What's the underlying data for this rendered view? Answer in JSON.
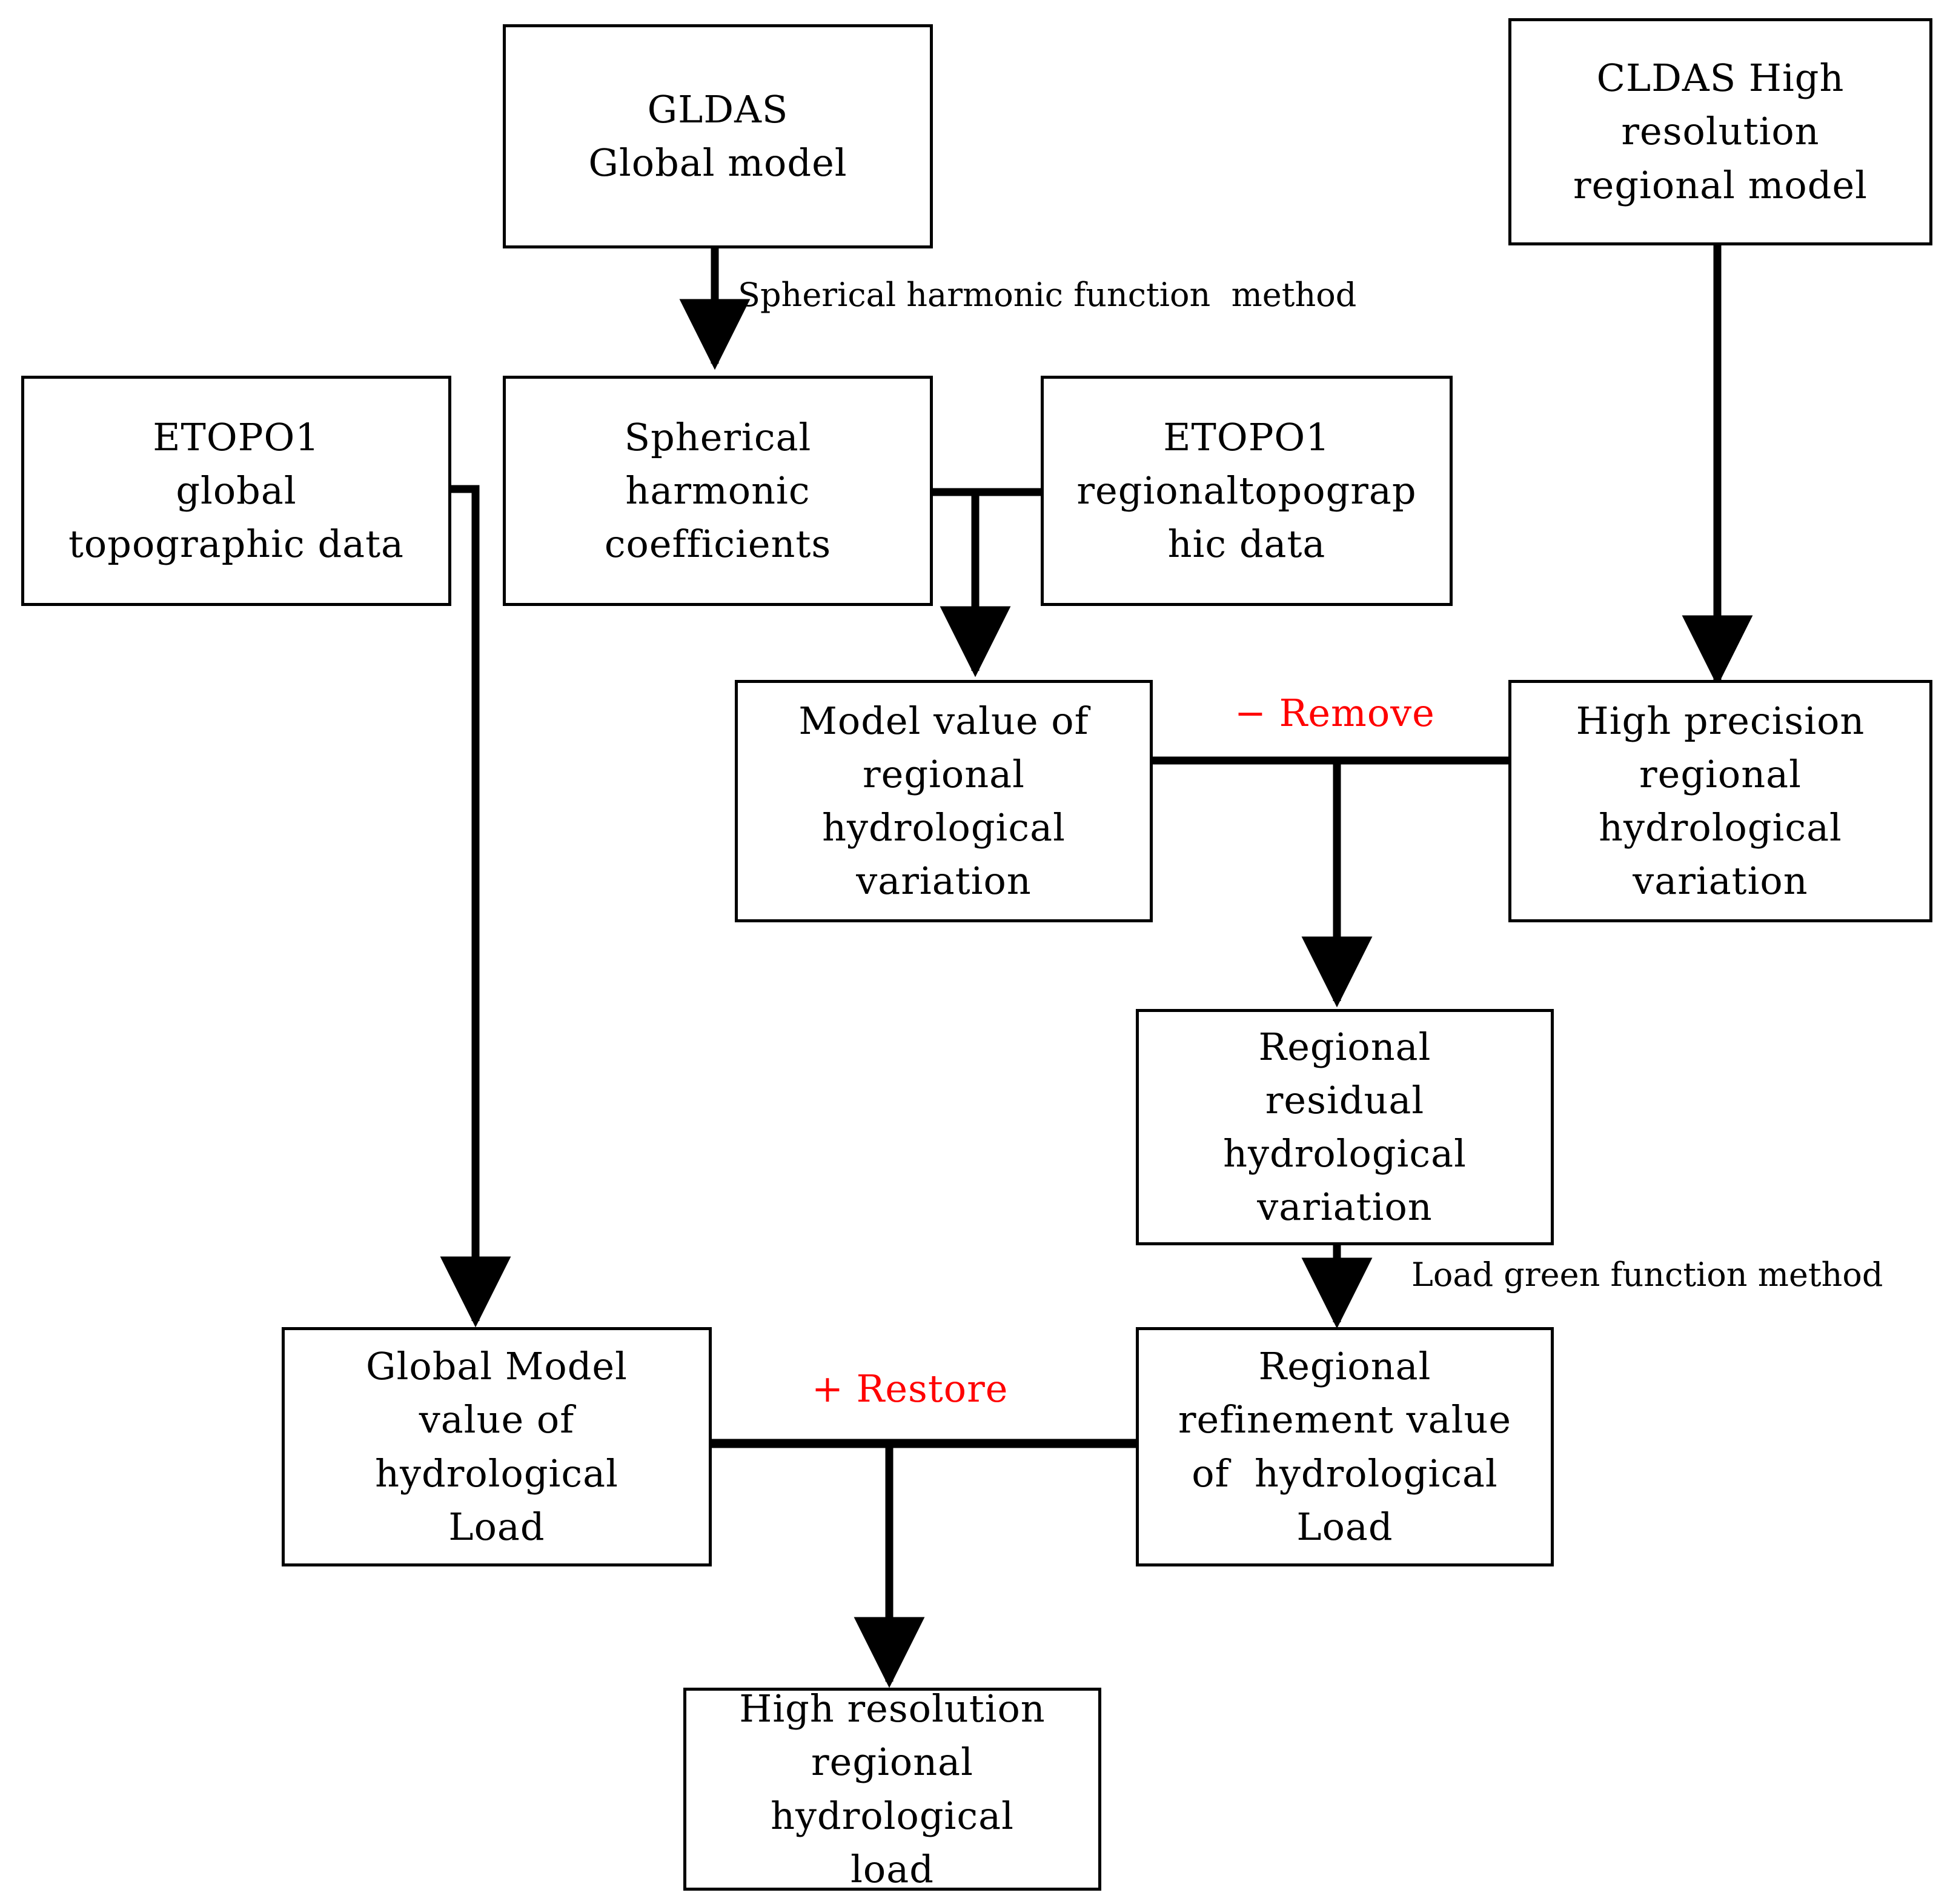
{
  "diagram": {
    "title": "Hydrological load refinement workflow",
    "stroke_color": "#000000",
    "accent_color": "#ff0000",
    "background_color": "#ffffff",
    "nodes": [
      {
        "id": "gldas",
        "text": "GLDAS\nGlobal model"
      },
      {
        "id": "cldas",
        "text": "CLDAS High\nresolution\nregional model"
      },
      {
        "id": "etopo_global",
        "text": "ETOPO1\nglobal\ntopographic data"
      },
      {
        "id": "sph_coeff",
        "text": "Spherical\nharmonic\ncoefficients"
      },
      {
        "id": "etopo_regional",
        "text": "ETOPO1\nregionaltopograp\nhic data"
      },
      {
        "id": "model_value",
        "text": "Model value of\nregional\nhydrological\nvariation"
      },
      {
        "id": "high_precision",
        "text": "High precision\nregional\nhydrological\nvariation"
      },
      {
        "id": "residual",
        "text": "Regional\nresidual\nhydrological\nvariation"
      },
      {
        "id": "global_load",
        "text": "Global Model\nvalue of\nhydrological\nLoad"
      },
      {
        "id": "refinement",
        "text": "Regional\nrefinement value\nof  hydrological\nLoad"
      },
      {
        "id": "final_output",
        "text": "High resolution\nregional\nhydrological\nload"
      }
    ],
    "edge_labels": {
      "spherical_harmonic_method": "Spherical harmonic function  method",
      "load_green_method": "Load green function method",
      "remove": "− Remove",
      "restore": "+ Restore"
    }
  }
}
